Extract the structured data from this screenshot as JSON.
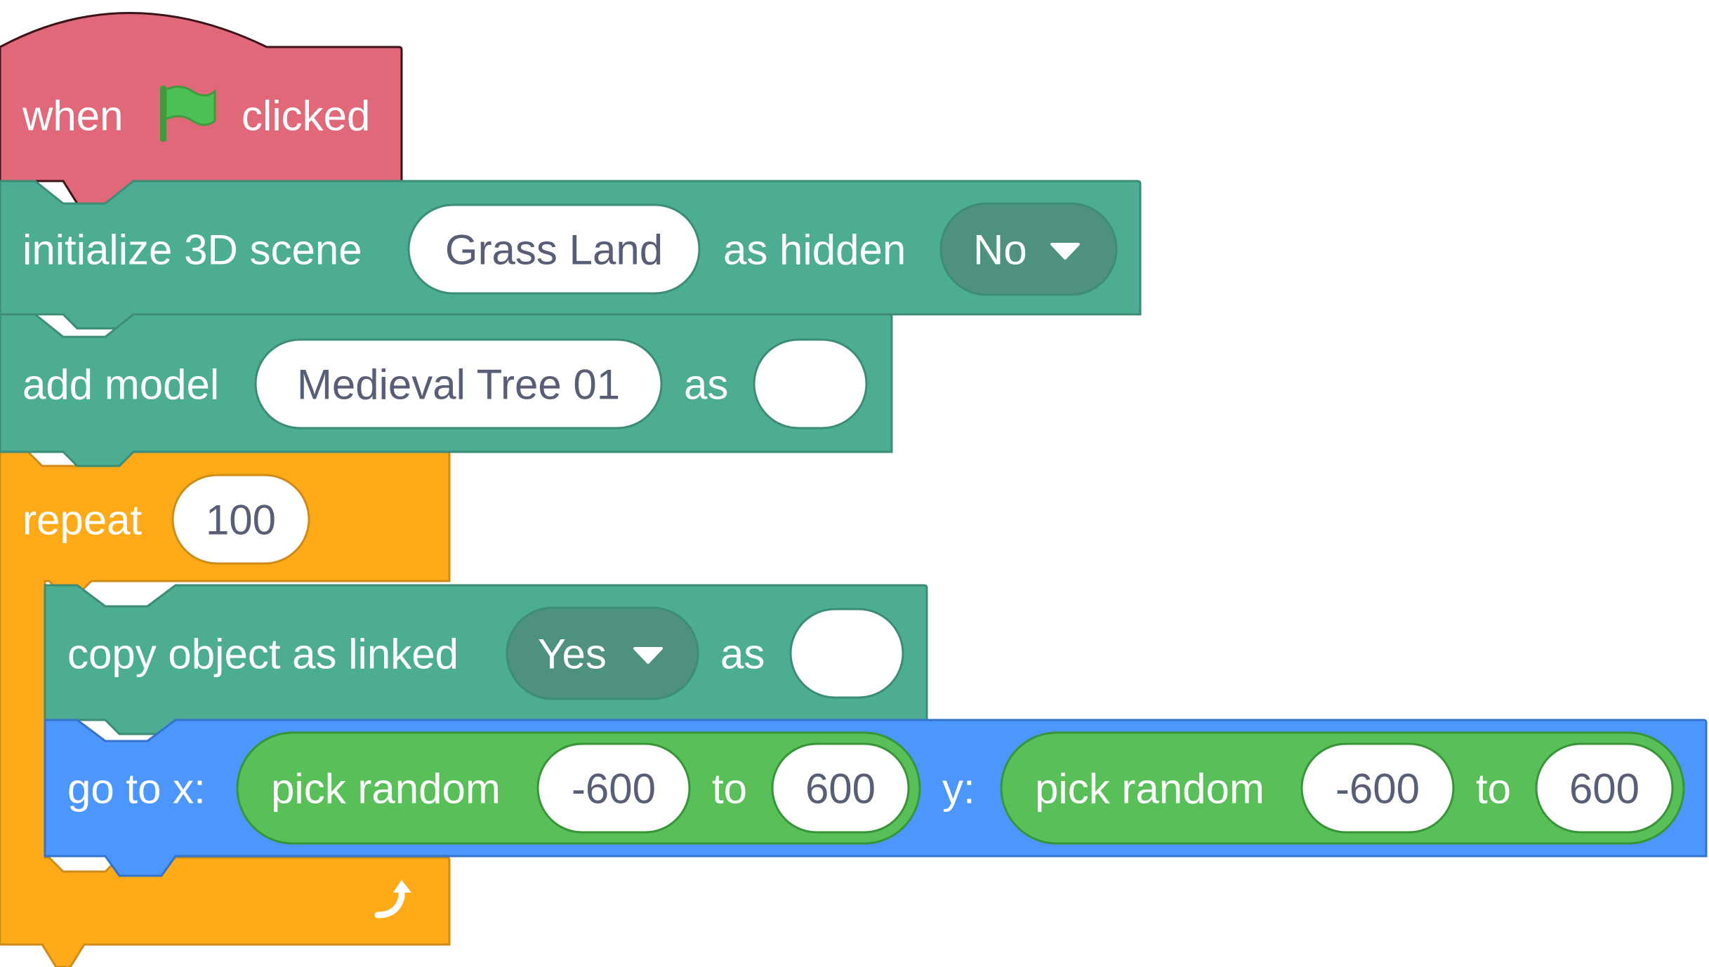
{
  "colors": {
    "event": "#e06878",
    "event_border": "#3a1418",
    "looks": "#4cad92",
    "looks_border": "#3c8c76",
    "looks_dropdown": "#4f917f",
    "control": "#ffab19",
    "control_border": "#cf8b17",
    "motion": "#4c97ff",
    "motion_border": "#3373cc",
    "operator": "#59c059",
    "operator_border": "#389438",
    "input_text": "#575e75"
  },
  "blocks": {
    "hat": {
      "when_label": "when",
      "flag_icon": "green-flag-icon",
      "clicked_label": "clicked"
    },
    "init_scene": {
      "label": "initialize 3D scene",
      "scene_value": "Grass Land",
      "hidden_label": "as hidden",
      "hidden_value": "No"
    },
    "add_model": {
      "label": "add model",
      "model_value": "Medieval Tree 01",
      "as_label": "as",
      "as_value": ""
    },
    "repeat": {
      "label": "repeat",
      "count_value": "100",
      "loop_icon": "loop-arrow-icon"
    },
    "copy_object": {
      "label": "copy object as linked",
      "linked_value": "Yes",
      "as_label": "as",
      "as_value": ""
    },
    "go_to": {
      "x_label": "go to x:",
      "y_label": "y:",
      "x_random": {
        "label": "pick random",
        "from_value": "-600",
        "to_label": "to",
        "to_value": "600"
      },
      "y_random": {
        "label": "pick random",
        "from_value": "-600",
        "to_label": "to",
        "to_value": "600"
      }
    }
  }
}
